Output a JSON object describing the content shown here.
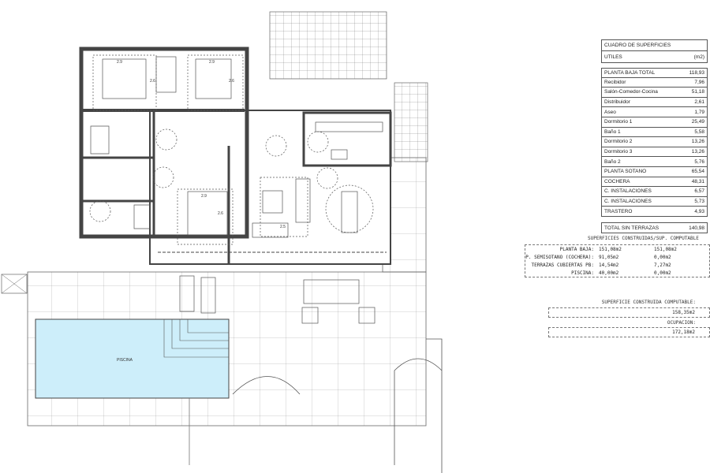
{
  "plan": {
    "dimensions": [
      "2.9",
      "2.6",
      "2.9",
      "2.6",
      "2.9",
      "2.6",
      "2.5"
    ],
    "pool_label": "PISCINA",
    "pool_color": "#cdeefa"
  },
  "cuadro": {
    "title": "CUADRO DE SUPERFICIES",
    "utiles_label": "UTILES",
    "utiles_unit": "(m2)",
    "rows": [
      {
        "label": "PLANTA BAJA TOTAL",
        "value": "118,93"
      },
      {
        "label": "Recibidor",
        "value": "7,96"
      },
      {
        "label": "Salón-Comedor-Cocina",
        "value": "51,18"
      },
      {
        "label": "Distribuidor",
        "value": "2,61"
      },
      {
        "label": "Aseo",
        "value": "1,79"
      },
      {
        "label": "Dormitorio 1",
        "value": "25,49"
      },
      {
        "label": "Baño 1",
        "value": "5,58"
      },
      {
        "label": "Dormitorio 2",
        "value": "13,26"
      },
      {
        "label": "Dormitorio 3",
        "value": "13,26"
      },
      {
        "label": "Baño 2",
        "value": "5,76"
      },
      {
        "label": "PLANTA SOTANO",
        "value": "65,54"
      },
      {
        "label": "COCHERA",
        "value": "48,31"
      },
      {
        "label": "C. INSTALACIONES",
        "value": "6,57"
      },
      {
        "label": "C. INSTALACIONES",
        "value": "5,73"
      },
      {
        "label": "TRASTERO",
        "value": "4,93"
      }
    ],
    "total_label": "TOTAL SIN TERRAZAS",
    "total_value": "140,98"
  },
  "construidas": {
    "header": "SUPERFICIES CONSTRUIDAS/SUP. COMPUTABLE",
    "rows": [
      {
        "label": "PLANTA BAJA:",
        "construida": "151,08m2",
        "computable": "151,08m2"
      },
      {
        "label": "P. SEMISOTANO (COCHERA):",
        "construida": "91,05m2",
        "computable": "0,00m2"
      },
      {
        "label": "TERRAZAS CUBIERTAS PB:",
        "construida": "14,54m2",
        "computable": "7,27m2"
      },
      {
        "label": "PISCINA:",
        "construida": "40,00m2",
        "computable": "0,00m2"
      }
    ],
    "computable_label": "SUPERFICIE CONSTRUIDA COMPUTABLE:",
    "computable_value": "158,35m2",
    "ocupacion_label": "OCUPACION:",
    "ocupacion_value": "172,18m2"
  }
}
